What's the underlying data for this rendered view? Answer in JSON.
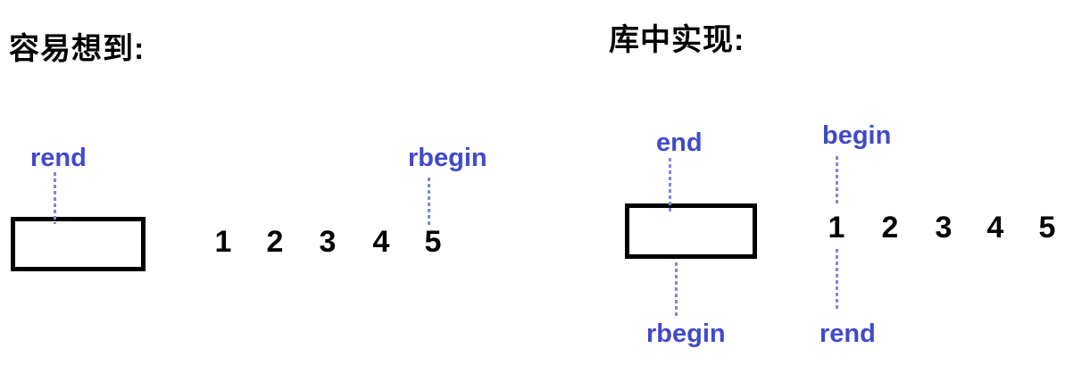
{
  "colors": {
    "label": "#4149cb",
    "pointer_line": "#7e88dc",
    "box_border": "#000000",
    "text": "#000000",
    "bg": "#ffffff"
  },
  "left_section": {
    "title": "容易想到:",
    "labels": {
      "rend": "rend",
      "rbegin": "rbegin"
    },
    "numbers": [
      "1",
      "2",
      "3",
      "4",
      "5"
    ]
  },
  "right_section": {
    "title": "库中实现:",
    "labels": {
      "end": "end",
      "begin": "begin",
      "rbegin": "rbegin",
      "rend": "rend"
    },
    "numbers": [
      "1",
      "2",
      "3",
      "4",
      "5"
    ]
  }
}
